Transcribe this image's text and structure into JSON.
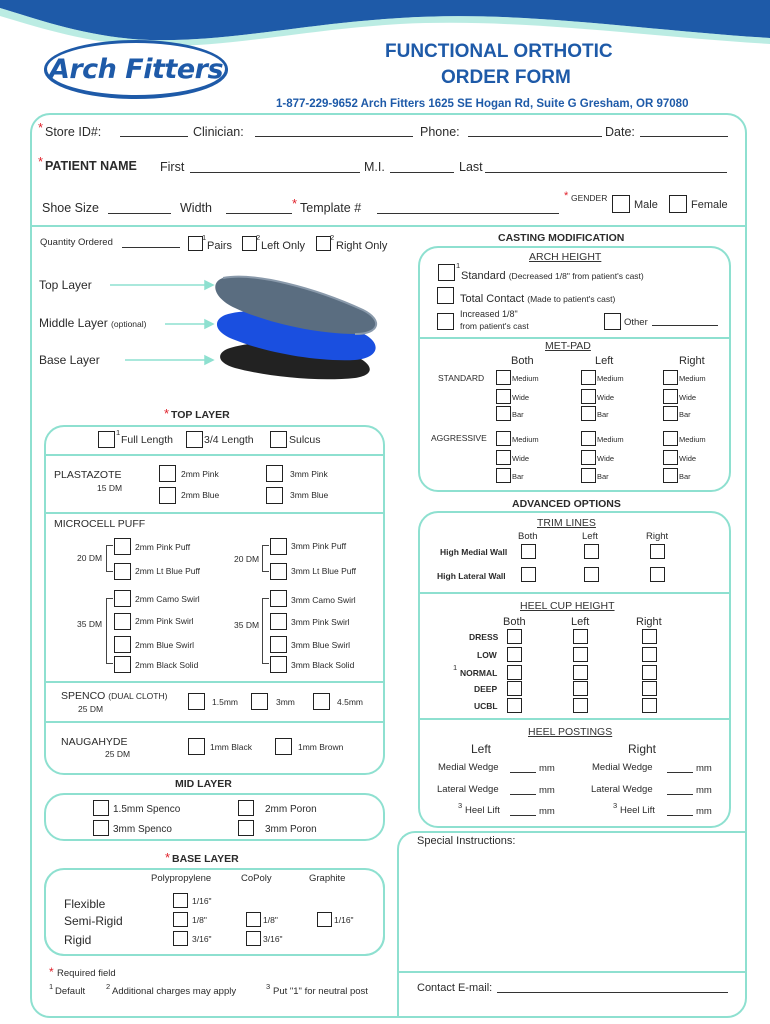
{
  "header": {
    "logo_text": "Arch Fitters",
    "title_line1": "FUNCTIONAL ORTHOTIC",
    "title_line2": "ORDER FORM",
    "contact": "1-877-229-9652 Arch Fitters 1625 SE Hogan Rd, Suite G Gresham, OR 97080"
  },
  "colors": {
    "brand_blue": "#1e5aa8",
    "teal_border": "#8ee0d0",
    "required_red": "#e0202a"
  },
  "info": {
    "store_id": "Store ID#:",
    "clinician": "Clinician:",
    "phone": "Phone:",
    "date": "Date:",
    "patient_name": "PATIENT NAME",
    "first": "First",
    "mi": "M.I.",
    "last": "Last",
    "shoe_size": "Shoe Size",
    "width": "Width",
    "template": "Template #",
    "gender": "GENDER",
    "male": "Male",
    "female": "Female"
  },
  "quantity": {
    "label": "Quantity Ordered",
    "pairs": "Pairs",
    "left_only": "Left Only",
    "right_only": "Right Only"
  },
  "layers": {
    "top": "Top Layer",
    "middle": "Middle Layer",
    "middle_opt": "(optional)",
    "base": "Base Layer"
  },
  "top_layer": {
    "title": "TOP LAYER",
    "full_length": "Full Length",
    "three_quarter": "3/4 Length",
    "sulcus": "Sulcus",
    "plastazote": "PLASTAZOTE",
    "plastazote_dm": "15 DM",
    "p_2pink": "2mm Pink",
    "p_3pink": "3mm Pink",
    "p_2blue": "2mm Blue",
    "p_3blue": "3mm Blue",
    "microcell": "MICROCELL PUFF",
    "dm20": "20 DM",
    "dm35": "35 DM",
    "m_2pink": "2mm Pink Puff",
    "m_2ltblue": "2mm Lt Blue Puff",
    "m_3pink": "3mm Pink Puff",
    "m_3ltblue": "3mm Lt Blue Puff",
    "m_2camo": "2mm Camo Swirl",
    "m_2pinkswirl": "2mm Pink Swirl",
    "m_2blueswirl": "2mm Blue Swirl",
    "m_2black": "2mm Black Solid",
    "m_3camo": "3mm Camo Swirl",
    "m_3pinkswirl": "3mm Pink Swirl",
    "m_3blueswirl": "3mm Blue Swirl",
    "m_3black": "3mm Black Solid",
    "spenco": "SPENCO",
    "spenco_sub": "(DUAL CLOTH)",
    "spenco_dm": "25 DM",
    "s_15": "1.5mm",
    "s_3": "3mm",
    "s_45": "4.5mm",
    "naugahyde": "NAUGAHYDE",
    "naugahyde_dm": "25 DM",
    "n_black": "1mm Black",
    "n_brown": "1mm Brown"
  },
  "mid_layer": {
    "title": "MID LAYER",
    "spenco15": "1.5mm Spenco",
    "spenco3": "3mm Spenco",
    "poron2": "2mm Poron",
    "poron3": "3mm Poron"
  },
  "base_layer": {
    "title": "BASE LAYER",
    "poly": "Polypropylene",
    "copoly": "CoPoly",
    "graphite": "Graphite",
    "flexible": "Flexible",
    "semirigid": "Semi-Rigid",
    "rigid": "Rigid",
    "g116": "1/16\"",
    "g18": "1/8\"",
    "g316": "3/16\""
  },
  "footer": {
    "required": "Required field",
    "default": "Default",
    "additional": "Additional charges may apply",
    "neutral": "Put \"1\" for neutral post"
  },
  "casting": {
    "title": "CASTING MODIFICATION",
    "arch_height": "ARCH HEIGHT",
    "standard": "Standard",
    "standard_note": "(Decreased 1/8\" from patient's cast)",
    "total_contact": "Total Contact",
    "total_note": "(Made to patient's cast)",
    "increased1": "Increased 1/8\"",
    "increased2": "from patient's cast",
    "other": "Other",
    "metpad": "MET-PAD",
    "both": "Both",
    "left": "Left",
    "right": "Right",
    "std": "STANDARD",
    "aggr": "AGGRESSIVE",
    "medium": "Medium",
    "wide": "Wide",
    "bar": "Bar"
  },
  "advanced": {
    "title": "ADVANCED OPTIONS",
    "trim": "TRIM LINES",
    "both": "Both",
    "left": "Left",
    "right": "Right",
    "high_medial": "High Medial Wall",
    "high_lateral": "High Lateral Wall",
    "heelcup": "HEEL CUP HEIGHT",
    "dress": "DRESS",
    "low": "LOW",
    "normal": "NORMAL",
    "deep": "DEEP",
    "ucbl": "UCBL",
    "postings": "HEEL POSTINGS",
    "pl": "Left",
    "pr": "Right",
    "medial": "Medial Wedge",
    "lateral": "Lateral Wedge",
    "heellift": "Heel Lift",
    "mm": "mm"
  },
  "special": {
    "label": "Special Instructions:",
    "email": "Contact E-mail:"
  }
}
